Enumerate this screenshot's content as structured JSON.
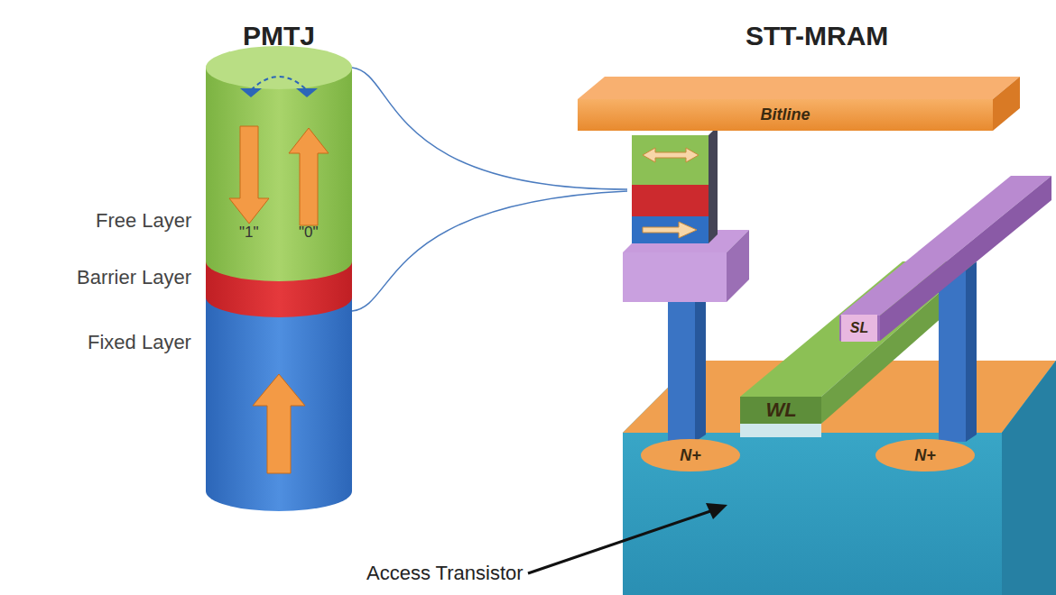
{
  "diagram": {
    "nodes": [
      {
        "text": [
          "Bitline"
        ]
      },
      {
        "text": [
          "SL"
        ]
      },
      {
        "text": [
          "WL"
        ]
      },
      {
        "text": [
          "N+"
        ]
      },
      {
        "text": [
          "N+"
        ]
      }
    ],
    "labels": [
      "PMTJ",
      "STT-MRAM",
      "Free Layer",
      "Barrier Layer",
      "Fixed Layer",
      "\"1\"",
      "\"0\"",
      "Access Transistor"
    ]
  }
}
